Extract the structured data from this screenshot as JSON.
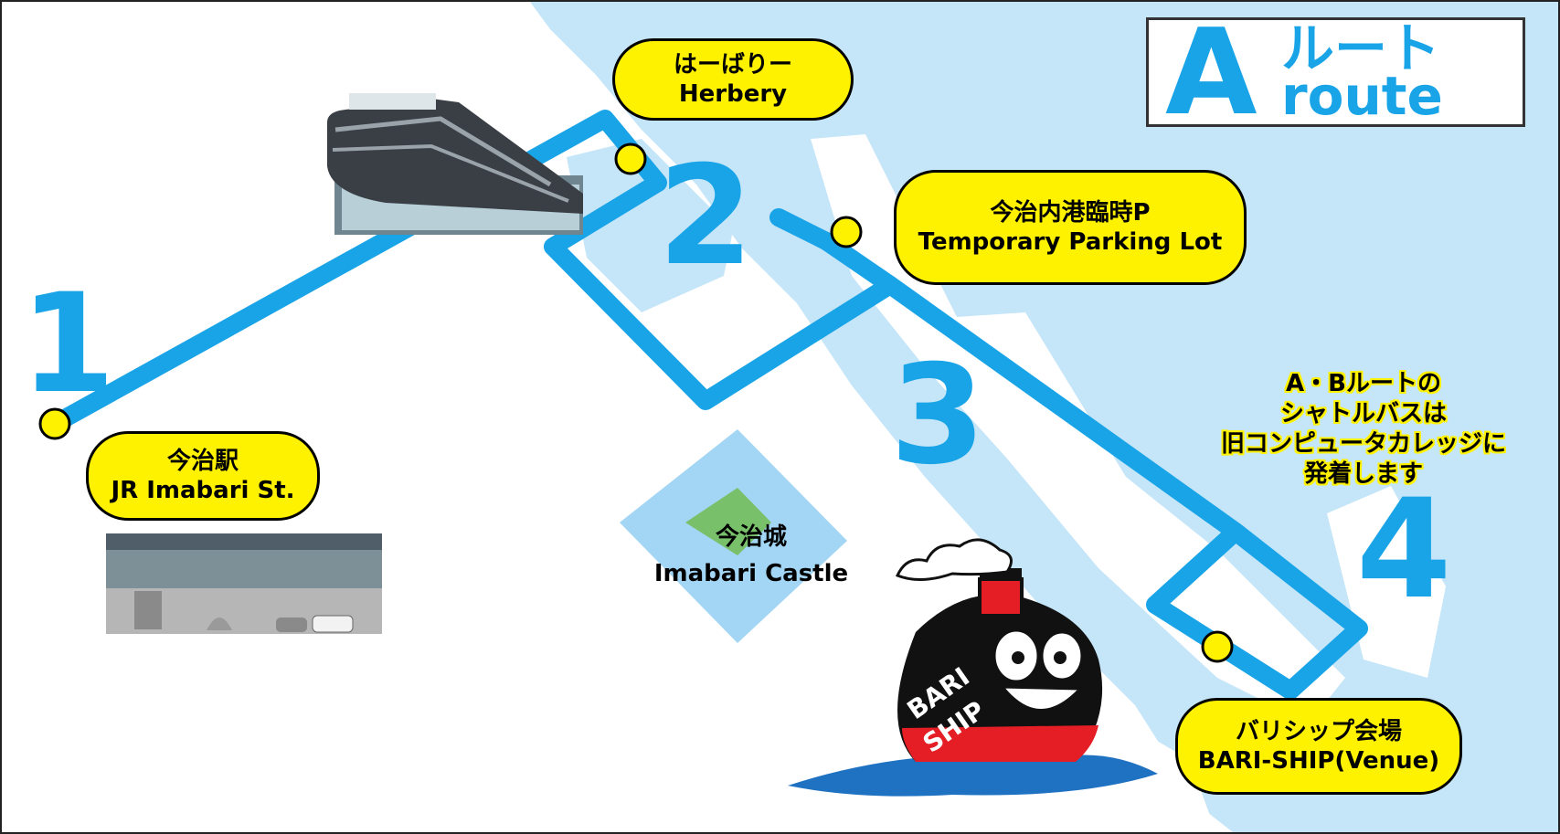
{
  "route_badge": {
    "letter": "A",
    "jp": "ルート",
    "en": "route"
  },
  "stops": [
    {
      "number": "1",
      "name_jp": "今治駅",
      "name_en": "JR Imabari St."
    },
    {
      "number": "2",
      "name_jp": "はーばりー",
      "name_en": "Herbery"
    },
    {
      "number": "3",
      "name_jp": "今治内港臨時P",
      "name_en": "Temporary Parking Lot"
    },
    {
      "number": "4",
      "name_jp": "バリシップ会場",
      "name_en": "BARI-SHIP(Venue)"
    }
  ],
  "landmark": {
    "name_jp": "今治城",
    "name_en": "Imabari Castle"
  },
  "notice": {
    "lines": [
      "A・Bルートの",
      "シャトルバスは",
      "旧コンピュータカレッジに",
      "発着します"
    ]
  },
  "mascot": {
    "ship_text_1": "BARI",
    "ship_text_2": "SHIP"
  },
  "colors": {
    "route": "#19a4e8",
    "sea": "#c5e5f8",
    "label_fill": "#fff200",
    "castle_moat": "#a3d6f4",
    "castle_grounds": "#78c06a"
  }
}
